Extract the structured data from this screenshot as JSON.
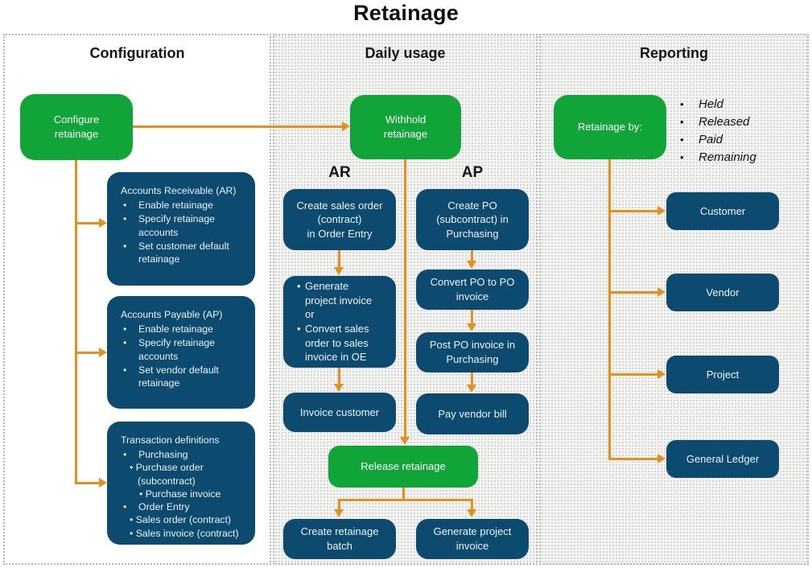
{
  "title": "Retainage",
  "colors": {
    "green": "#11A438",
    "blue": "#0C4A70",
    "orange": "#E3901E",
    "panel_texture": "#f4f4f3"
  },
  "config": {
    "header": "Configuration",
    "start": "Configure\nretainage",
    "ar_box": {
      "title": "Accounts Receivable (AR)",
      "bullets": [
        "Enable retainage",
        "Specify retainage accounts",
        "Set customer default retainage"
      ]
    },
    "ap_box": {
      "title": "Accounts Payable (AP)",
      "bullets": [
        "Enable retainage",
        "Specify retainage accounts",
        "Set vendor default retainage"
      ]
    },
    "tx_box": {
      "title": "Transaction definitions",
      "items": [
        {
          "level": 1,
          "text": "Purchasing"
        },
        {
          "level": 2,
          "text": "Purchase order (subcontract)"
        },
        {
          "level": 3,
          "text": "Purchase invoice"
        },
        {
          "level": 1,
          "text": "Order Entry"
        },
        {
          "level": 2,
          "text": "Sales order (contract)"
        },
        {
          "level": 2,
          "text": "Sales invoice (contract)"
        }
      ]
    }
  },
  "daily": {
    "header": "Daily usage",
    "start": "Withhold\nretainage",
    "ar_label": "AR",
    "ap_label": "AP",
    "ar_steps": {
      "s1": "Create sales order\n(contract)\nin Order Entry",
      "s2a": "Generate\nproject invoice\nor",
      "s2b": "Convert sales\norder to sales\ninvoice in OE",
      "s3": "Invoice customer"
    },
    "ap_steps": {
      "s1": "Create PO\n(subcontract) in\nPurchasing",
      "s2": "Convert PO to PO\ninvoice",
      "s3": "Post PO invoice in\nPurchasing",
      "s4": "Pay vendor bill"
    },
    "release": "Release retainage",
    "out_left": "Create retainage\nbatch",
    "out_right": "Generate project\ninvoice"
  },
  "reporting": {
    "header": "Reporting",
    "start": "Retainage by:",
    "measures": [
      "Held",
      "Released",
      "Paid",
      "Remaining"
    ],
    "targets": [
      "Customer",
      "Vendor",
      "Project",
      "General Ledger"
    ]
  }
}
